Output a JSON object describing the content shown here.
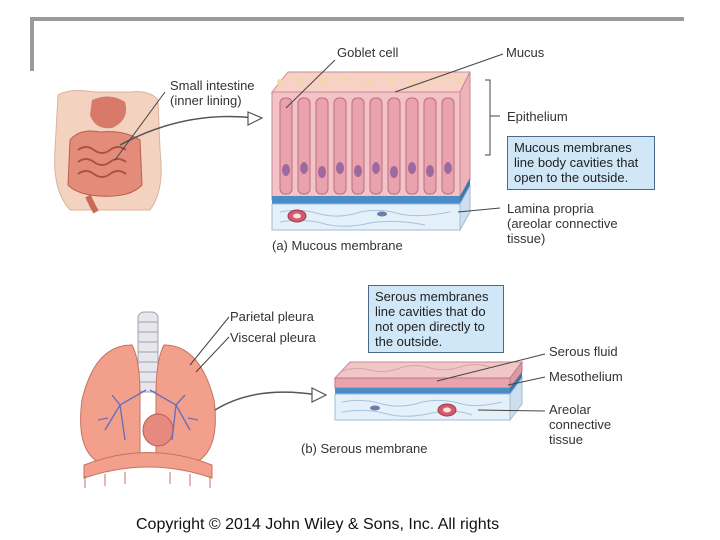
{
  "panel_a": {
    "label_small_intestine": "Small intestine\n(inner lining)",
    "label_goblet_cell": "Goblet cell",
    "label_mucus": "Mucus",
    "label_epithelium": "Epithelium",
    "box_text": "Mucous membranes\nline body cavities that\nopen to the outside.",
    "label_lamina_propria": "Lamina propria\n(areolar connective\ntissue)",
    "caption": "(a)  Mucous membrane"
  },
  "panel_b": {
    "label_parietal_pleura": "Parietal pleura",
    "label_visceral_pleura": "Visceral pleura",
    "box_text": "Serous  membranes\nline cavities that do\nnot open directly to\nthe outside.",
    "label_serous_fluid": "Serous fluid",
    "label_mesothelium": "Mesothelium",
    "label_areolar": "Areolar\nconnective\ntissue",
    "caption": "(b)  Serous membrane"
  },
  "footer": {
    "copyright": "Copyright © 2014 John Wiley & Sons, Inc. All rights"
  },
  "colors": {
    "box_fill": "#cfe7f7",
    "tissue_pink": "#f4b7b7",
    "membrane_blue": "#6aa8d8",
    "lung_pink": "#f2a08c"
  }
}
